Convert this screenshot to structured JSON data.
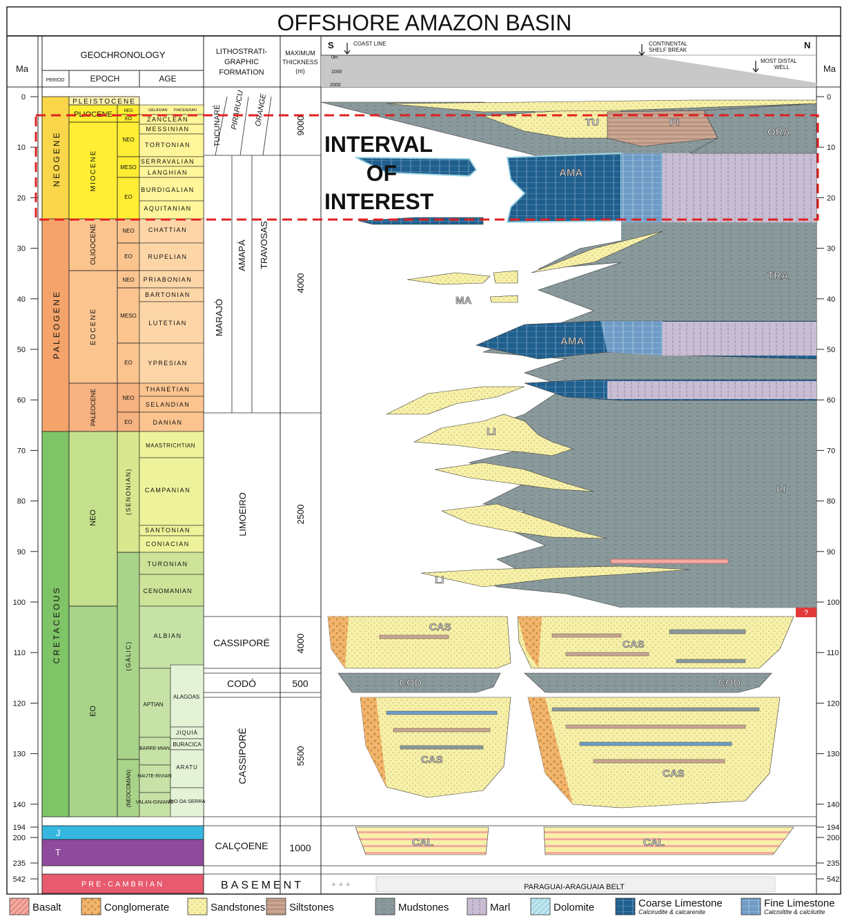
{
  "title": "OFFSHORE AMAZON BASIN",
  "headers": {
    "ma": "Ma",
    "geochronology": "GEOCHRONOLOGY",
    "period": "PERIOD",
    "epoch": "EPOCH",
    "age": "AGE",
    "litho": [
      "LITHOSTRATI-",
      "GRAPHIC",
      "FORMATION"
    ],
    "thickness": [
      "MAXIMUM",
      "THICKNESS",
      "(m)"
    ],
    "s": "S",
    "n": "N",
    "coast_line": "COAST LINE",
    "shelf_break": [
      "CONTINENTAL",
      "SHELF BREAK"
    ],
    "distal_well": [
      "MOST DISTAL",
      "WELL"
    ],
    "depth_0": "0m",
    "depth_1000": "1000",
    "depth_2000": "2000"
  },
  "ma_ticks": [
    "0",
    "10",
    "20",
    "30",
    "40",
    "50",
    "60",
    "70",
    "80",
    "90",
    "100",
    "110",
    "120",
    "130",
    "140"
  ],
  "ma_ticks_lower": [
    "194",
    "200",
    "235",
    "542"
  ],
  "periods": [
    "NEOGENE",
    "PALEOGENE",
    "CRETACEOUS",
    "J",
    "T",
    "PRE-CAMBRIAN"
  ],
  "epochs": [
    "PLEISTOCENE",
    "PLIOCENE",
    "MIOCENE",
    "OLIGOCENE",
    "EOCENE",
    "PALEOCENE",
    "NEO",
    "EO"
  ],
  "subepochs": [
    "NEO",
    "EO",
    "NEO",
    "MESO",
    "EO",
    "NEO",
    "EO",
    "NEO",
    "MESO",
    "EO",
    "NEO",
    "EO",
    "(SENONIAN)",
    "(GÁLIC)",
    "(NEOCOMIAN)"
  ],
  "ages": [
    "GELASIAN",
    "PIACENZIAN",
    "ZANCLEAN",
    "MESSINIAN",
    "TORTONIAN",
    "SERRAVALIAN",
    "LANGHIAN",
    "BURDIGALIAN",
    "AQUITANIAN",
    "CHATTIAN",
    "RUPELIAN",
    "PRIABONIAN",
    "BARTONIAN",
    "LUTETIAN",
    "YPRESIAN",
    "THANETIAN",
    "SELANDIAN",
    "DANIAN",
    "MAASTRICHTIAN",
    "CAMPANIAN",
    "SANTONIAN",
    "CONIACIAN",
    "TURONIAN",
    "CENOMANIAN",
    "ALBIAN",
    "APTIAN",
    "BARRE-MIAN",
    "HAUTE-RIVIAN",
    "VALAN-GINIANO"
  ],
  "local_ages": [
    "ALAGOAS",
    "JIQUIÁ",
    "BURACICA",
    "ARATU",
    "RIO DA SERRA"
  ],
  "formations": [
    "TUCUNARÉ",
    "PIRARUCU",
    "ORANGE",
    "MARAJÓ",
    "AMAPÁ",
    "TRAVOSAS",
    "LIMOEIRO",
    "CASSIPORÉ",
    "CODÓ",
    "CASSIPORÉ",
    "CALÇOENE",
    "BASEMENT"
  ],
  "thicknesses": [
    "9000",
    "4000",
    "2500",
    "4000",
    "500",
    "5500",
    "1000"
  ],
  "interval": [
    "INTERVAL",
    "OF",
    "INTEREST"
  ],
  "section_labels": [
    "TU",
    "PI",
    "ORA",
    "AMA",
    "TRA",
    "MA",
    "AMA",
    "LI",
    "LI",
    "LI",
    "CAS",
    "CAS",
    "COD",
    "COD",
    "CAS",
    "CAS",
    "CAL",
    "CAL",
    "PARAGUAI-ARAGUAIA BELT",
    "?"
  ],
  "legend": [
    {
      "label": "Basalt",
      "color": "#f4a9a0"
    },
    {
      "label": "Conglomerate",
      "color": "#f2b56b"
    },
    {
      "label": "Sandstones",
      "color": "#f7f0a8"
    },
    {
      "label": "Siltstones",
      "color": "#c9a592"
    },
    {
      "label": "Mudstones",
      "color": "#8a9a9c"
    },
    {
      "label": "Marl",
      "color": "#c8bdd2"
    },
    {
      "label": "Dolomite",
      "color": "#bfe6f0"
    },
    {
      "label": "Coarse Limestone",
      "sub": "Calcirudite & calcarenite",
      "color": "#1f5f8e"
    },
    {
      "label": "Fine Limestone",
      "sub": "Calcisiltite & calcilutite",
      "color": "#6f9cc6"
    }
  ],
  "colors": {
    "neogene": "#f9d64a",
    "paleogene": "#f4a46b",
    "cretaceous": "#7fc466",
    "jurassic": "#35b7e0",
    "triassic": "#8e4a9c",
    "precambrian": "#e85a6e",
    "interval_box": "#e02020"
  }
}
